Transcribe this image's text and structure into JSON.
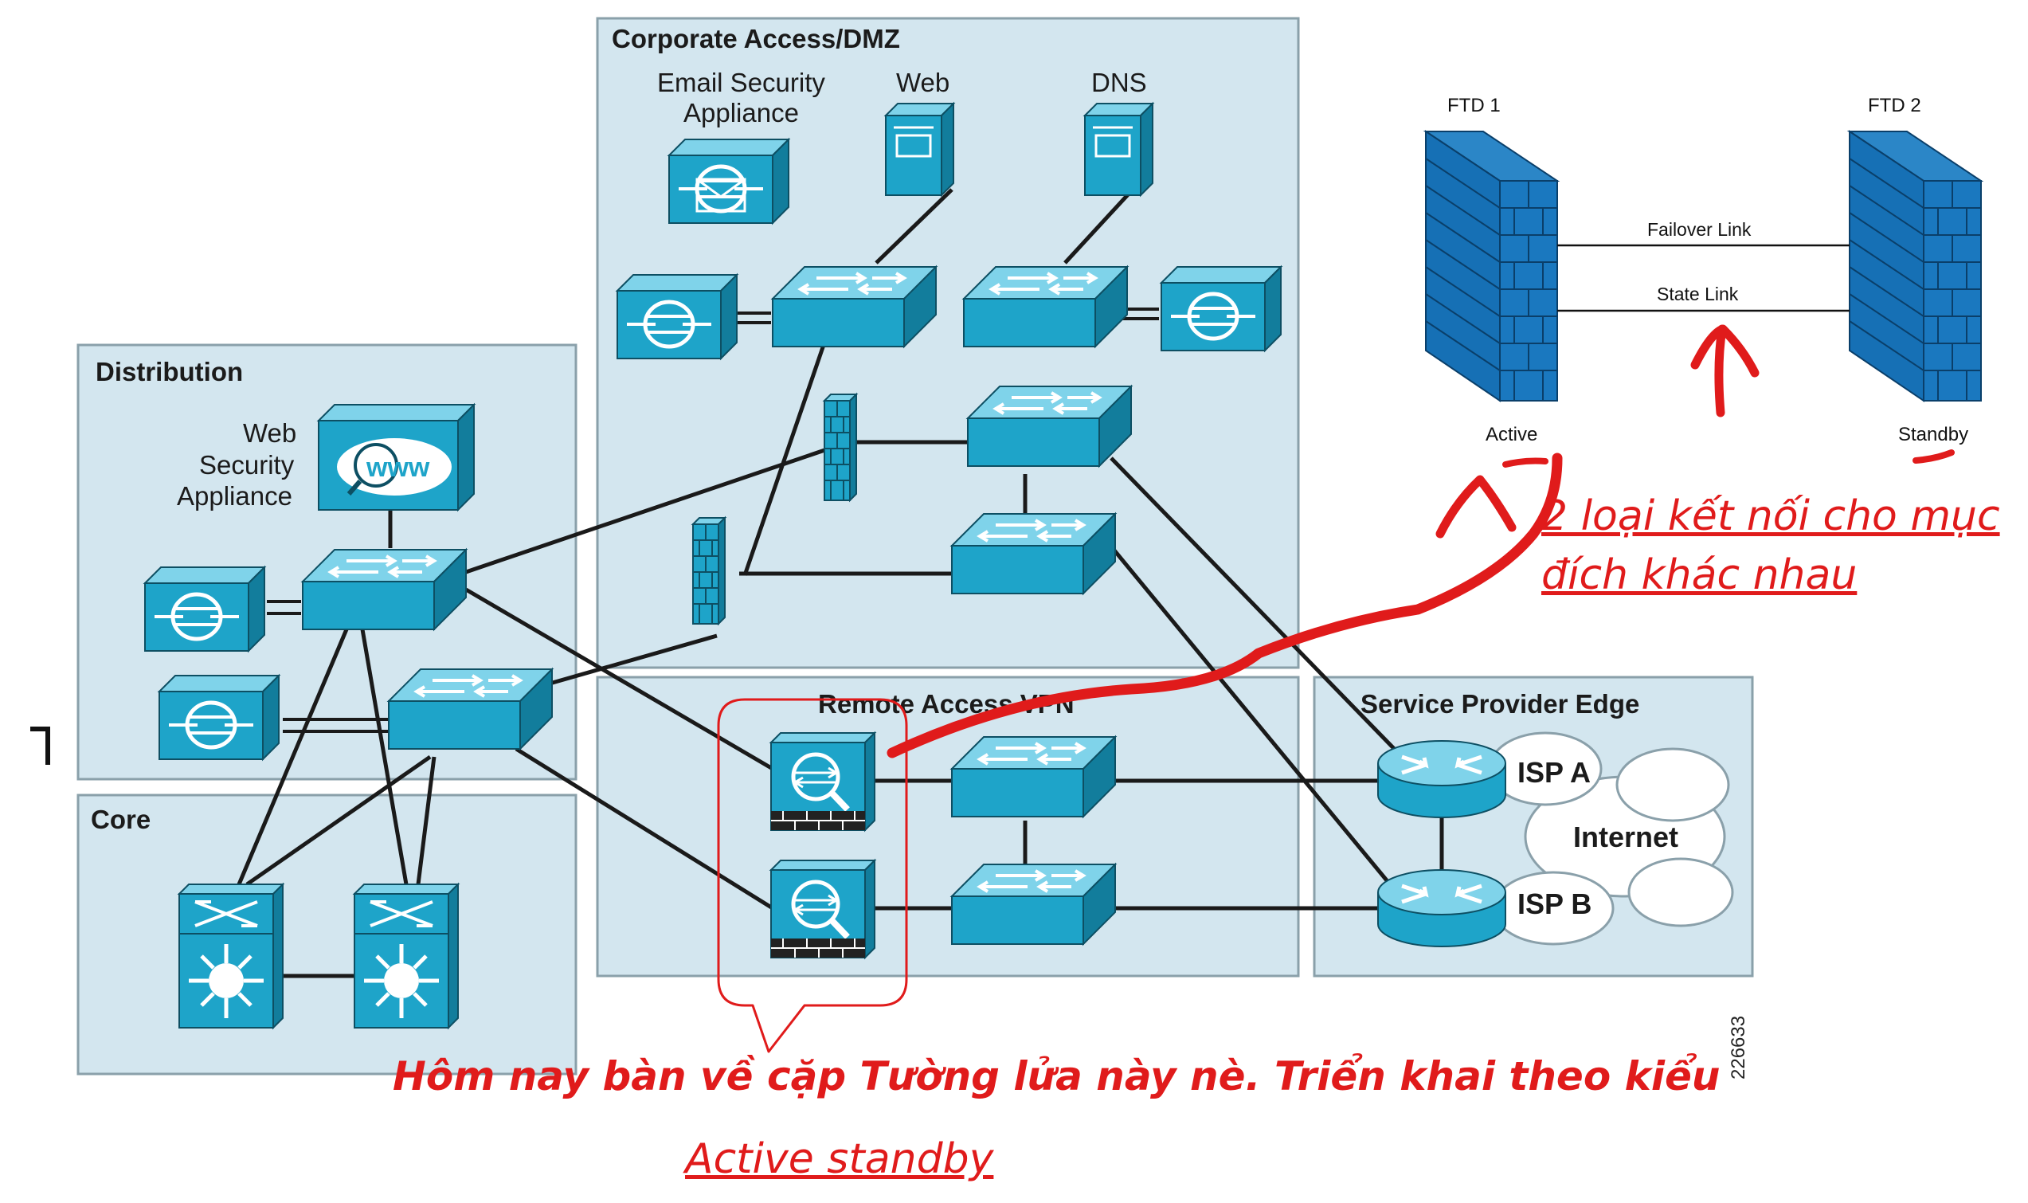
{
  "zones": {
    "dmz": "Corporate Access/DMZ",
    "distribution": "Distribution",
    "core": "Core",
    "vpn": "Remote Access VPN",
    "edge": "Service Provider Edge"
  },
  "devices": {
    "email_line1": "Email Security",
    "email_line2": "Appliance",
    "web": "Web",
    "dns": "DNS",
    "wsa_line1": "Web",
    "wsa_line2": "Security",
    "wsa_line3": "Appliance",
    "www": "www",
    "isp_a": "ISP A",
    "isp_b": "ISP B",
    "internet": "Internet",
    "figure_id": "226633"
  },
  "ftd": {
    "ftd1": "FTD 1",
    "ftd2": "FTD 2",
    "failover": "Failover Link",
    "state": "State Link",
    "active": "Active",
    "standby": "Standby"
  },
  "annotations": {
    "two_types_line1": "2 loại kết nối cho mục",
    "two_types_line2": "đích khác nhau",
    "today_line": "Hôm nay bàn về cặp Tường lửa này nè. Triển khai theo kiểu",
    "active_standby": "Active standby"
  },
  "colors": {
    "zone_bg": "#d3e6ef",
    "device": "#1ea4c9",
    "firewall_blue": "#1670b5",
    "annotation_red": "#e01b1b"
  }
}
